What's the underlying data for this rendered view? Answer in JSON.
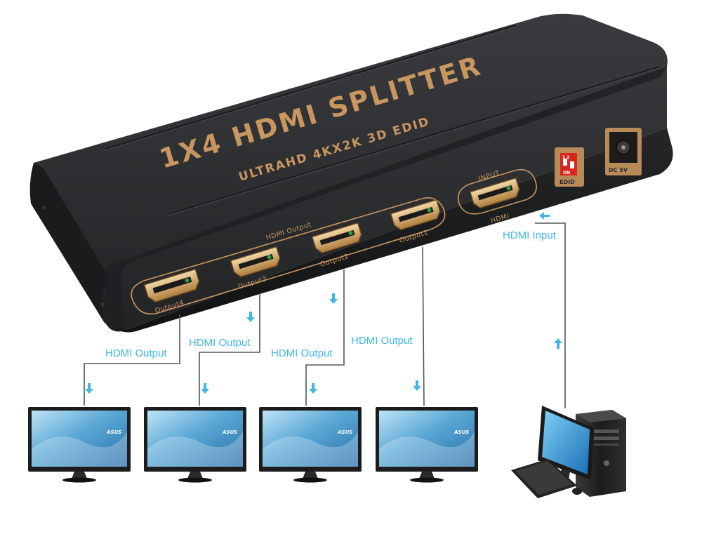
{
  "device": {
    "title": "1X4 HDMI SPLITTER",
    "subtitle": "ULTRAHD 4KX2K 3D EDID",
    "output_group_label": "HDMI Output",
    "input_top_label": "INPUT",
    "input_bottom_label": "HDMI",
    "outputs": [
      {
        "id": "output4",
        "label": "Output4"
      },
      {
        "id": "output3",
        "label": "Output3"
      },
      {
        "id": "output2",
        "label": "Output2"
      },
      {
        "id": "output1",
        "label": "Output1"
      }
    ],
    "edid_label": "EDID",
    "edid_switch_numbers": "1 2",
    "edid_switch_on": "ON",
    "dc_label": "DC 5V"
  },
  "connections": {
    "output_label": "HDMI Output",
    "input_label": "HDMI Input"
  },
  "monitors": {
    "brand": "ASUS",
    "count": 4
  },
  "colors": {
    "accent": "#3fb7e6",
    "device_body": "#2b2c2e",
    "gold": "#c9965f",
    "edid_switch": "#d7261e"
  },
  "icons": [
    "hdmi-port-icon",
    "monitor-icon",
    "desktop-pc-icon",
    "arrow-down-icon",
    "arrow-up-icon",
    "arrow-left-icon",
    "dip-switch-icon",
    "power-jack-icon"
  ]
}
